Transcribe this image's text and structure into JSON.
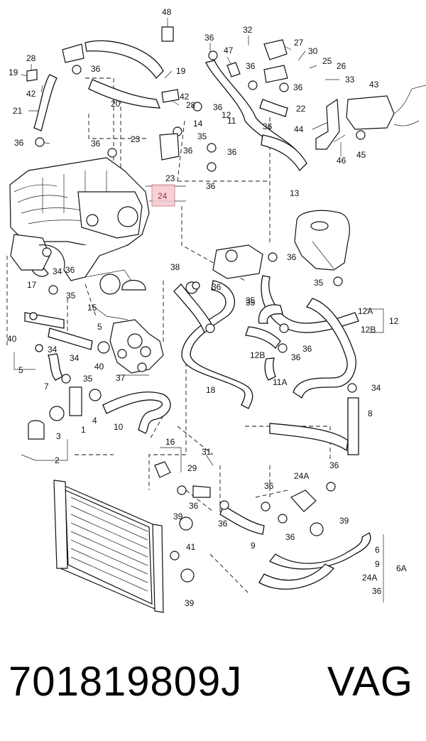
{
  "diagram": {
    "highlight_label": "24",
    "labels": [
      "48",
      "36",
      "32",
      "27",
      "47",
      "30",
      "25",
      "26",
      "28",
      "36",
      "33",
      "19",
      "36",
      "36",
      "42",
      "19",
      "28",
      "36",
      "43",
      "20",
      "42",
      "12",
      "21",
      "36",
      "22",
      "11",
      "36",
      "36",
      "36",
      "23",
      "14",
      "35",
      "44",
      "36",
      "36",
      "45",
      "46",
      "23",
      "13",
      "24",
      "36",
      "36",
      "35",
      "35",
      "34",
      "17",
      "35",
      "38",
      "36",
      "35",
      "12A",
      "12",
      "15",
      "12B",
      "40",
      "5",
      "34",
      "36",
      "12B",
      "36",
      "5",
      "34",
      "11A",
      "37",
      "35",
      "40",
      "18",
      "34",
      "7",
      "8",
      "4",
      "10",
      "1",
      "3",
      "2",
      "16",
      "31",
      "29",
      "24A",
      "36",
      "36",
      "36",
      "36",
      "36",
      "39",
      "9",
      "39",
      "36",
      "41",
      "6",
      "9",
      "24A",
      "36",
      "6A",
      "39",
      "36"
    ]
  },
  "footer": {
    "part_number": "701819809J",
    "brand": "VAG"
  }
}
